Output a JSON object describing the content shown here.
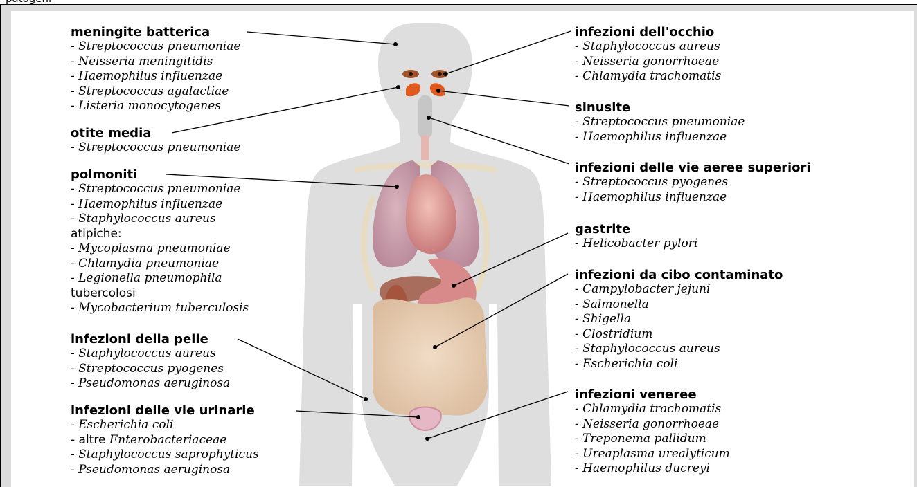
{
  "top_strip_text": "patogeni",
  "left_groups": [
    {
      "id": "meningite",
      "title": "meningite batterica",
      "lines": [
        "- Streptococcus pneumoniae",
        "- Neisseria meningitidis",
        "- Haemophilus influenzae",
        "- Streptococcus agalactiae",
        "- Listeria monocytogenes"
      ]
    },
    {
      "id": "otite",
      "title": "otite media",
      "lines": [
        "- Streptococcus pneumoniae"
      ]
    },
    {
      "id": "polmoniti",
      "title": "polmoniti",
      "lines": [
        "- Streptococcus pneumoniae",
        "- Haemophilus influenzae",
        "- Staphylococcus aureus"
      ],
      "atipiche_label": "atipiche:",
      "atipiche_lines": [
        "- Mycoplasma pneumoniae",
        "- Chlamydia pneumoniae",
        "- Legionella pneumophila"
      ],
      "tubercolosi_label": "tubercolosi",
      "tubercolosi_lines": [
        "- Mycobacterium tuberculosis"
      ]
    },
    {
      "id": "pelle",
      "title": "infezioni della pelle",
      "lines": [
        "- Staphylococcus aureus",
        "- Streptococcus pyogenes",
        "- Pseudomonas aeruginosa"
      ]
    },
    {
      "id": "urinarie",
      "title": "infezioni delle vie urinarie",
      "lines": [
        "- Escherichia coli"
      ],
      "altre_prefix": "- altre ",
      "altre_name": "Enterobacteriaceae",
      "lines2": [
        "- Staphylococcus saprophyticus",
        "- Pseudomonas aeruginosa"
      ]
    }
  ],
  "right_groups": [
    {
      "id": "occhio",
      "title": "infezioni dell'occhio",
      "lines": [
        "- Staphylococcus aureus",
        "- Neisseria gonorrhoeae",
        "- Chlamydia trachomatis"
      ]
    },
    {
      "id": "sinusite",
      "title": "sinusite",
      "lines": [
        "- Streptococcus pneumoniae",
        "- Haemophilus influenzae"
      ]
    },
    {
      "id": "vie_aeree",
      "title": "infezioni delle vie aeree superiori",
      "lines": [
        "- Streptococcus pyogenes",
        "- Haemophilus influenzae"
      ]
    },
    {
      "id": "gastrite",
      "title": "gastrite",
      "lines": [
        "- Helicobacter pylori"
      ]
    },
    {
      "id": "cibo",
      "title": "infezioni da cibo contaminato",
      "lines": [
        "- Campylobacter jejuni",
        "- Salmonella",
        "- Shigella",
        "- Clostridium",
        "- Staphylococcus aureus",
        "- Escherichia coli"
      ]
    },
    {
      "id": "veneree",
      "title": "infezioni veneree",
      "lines": [
        "- Chlamydia trachomatis",
        "- Neisseria gonorrhoeae",
        "- Treponema pallidum",
        "- Ureaplasma urealyticum",
        "- Haemophilus ducreyi"
      ]
    }
  ],
  "colors": {
    "background": "#dcdcdc",
    "panel": "#ffffff",
    "silhouette": "#dedede",
    "lung": "#c9a0ac",
    "heart": "#d98b8b",
    "intestine": "#ead1b8",
    "sinus": "#e05a20"
  }
}
